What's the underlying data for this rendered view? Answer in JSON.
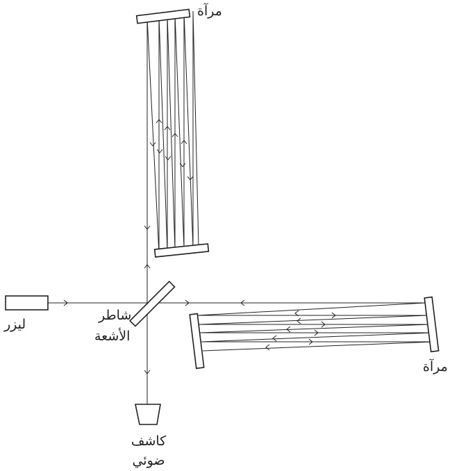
{
  "labels": {
    "mirror_top": "مرآة",
    "mirror_right": "مرآة",
    "laser": "ليزر",
    "beam_splitter": [
      "شاطر",
      "الأشعة"
    ],
    "detector": [
      "كاشف",
      "ضوئي"
    ]
  },
  "colors": {
    "ink": "#231f20",
    "background": "#ffffff"
  }
}
